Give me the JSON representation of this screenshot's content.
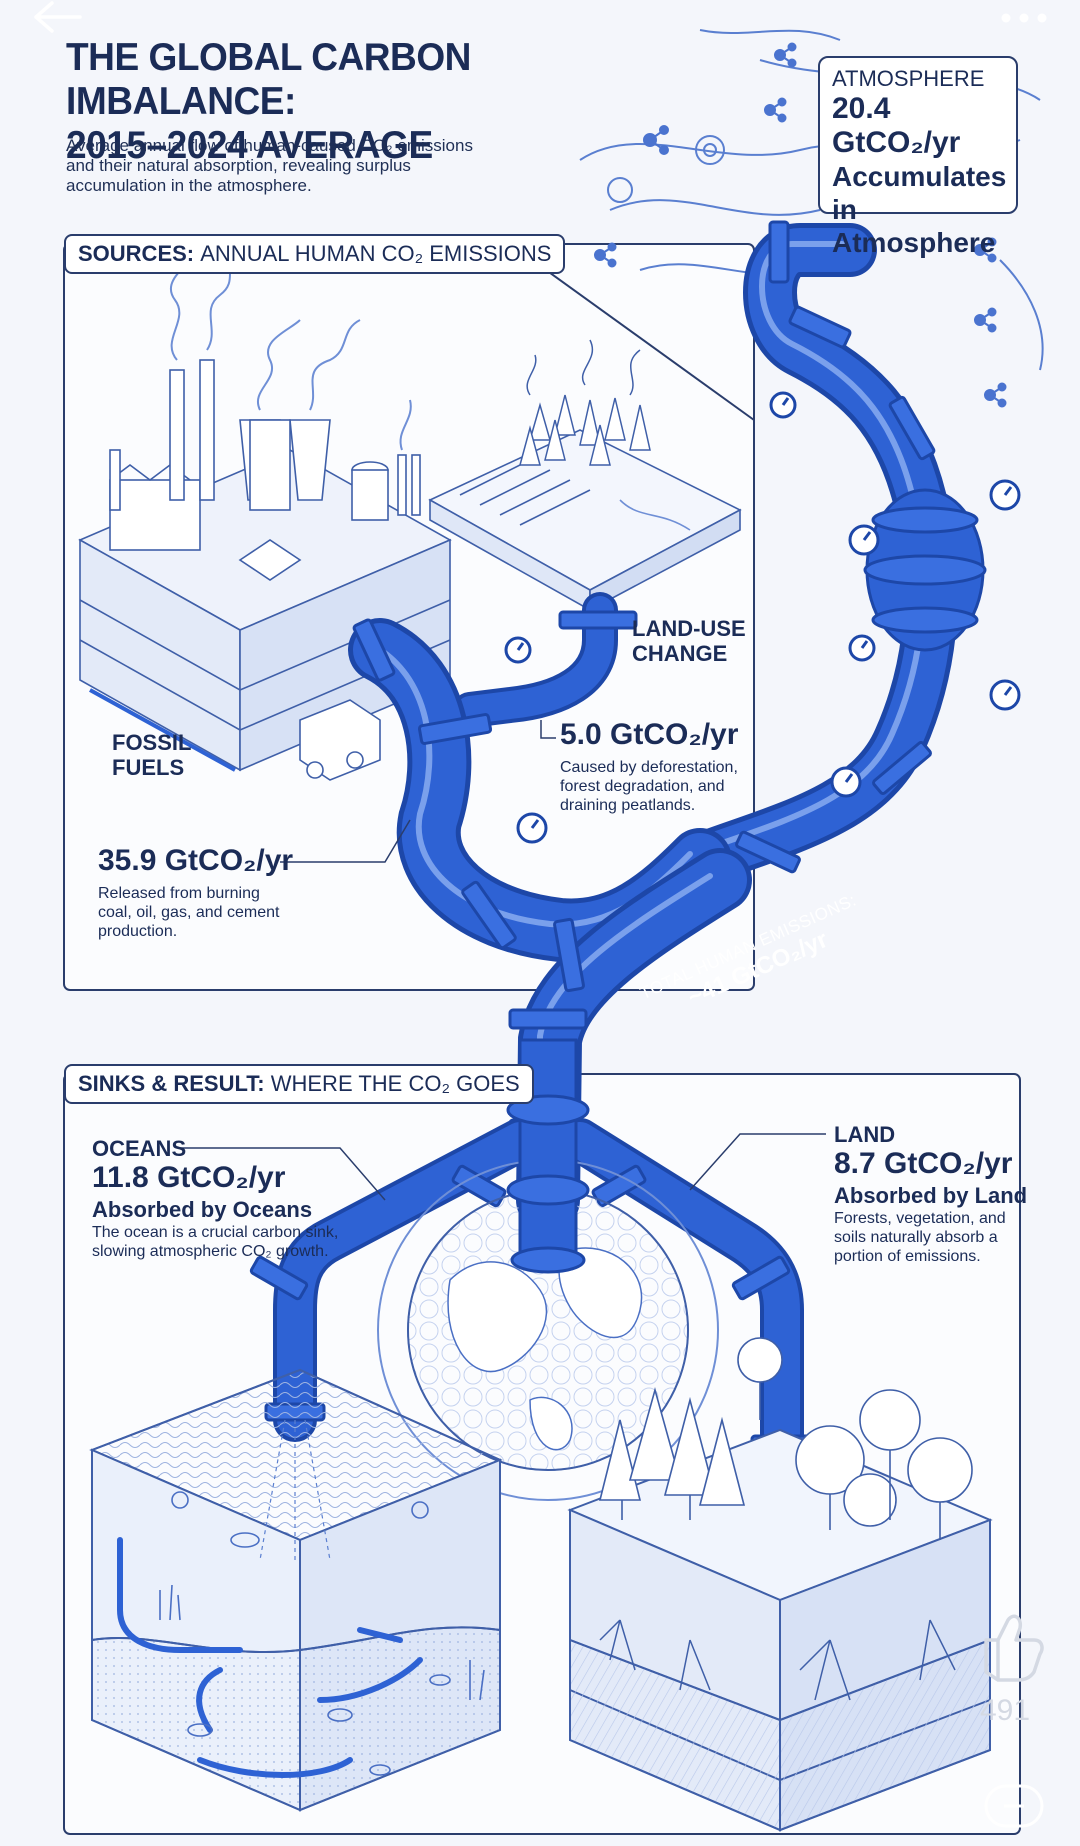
{
  "header": {
    "title_line1": "THE GLOBAL CARBON IMBALANCE:",
    "title_line2": "2015–2024 AVERAGE",
    "subtitle": "Average annual flow of human-caused CO₂ emissions and their natural absorption, revealing surplus accumulation in the atmosphere."
  },
  "ui": {
    "back_icon": "arrow-left-icon",
    "more_icon": "more-dots-icon",
    "like_icon": "thumbs-up-icon",
    "like_count": "491",
    "bottom_icon": "chat-bubble-icon"
  },
  "sources": {
    "label_bold": "SOURCES:",
    "label_text": "ANNUAL HUMAN CO₂ EMISSIONS",
    "fossil": {
      "label_line1": "FOSSIL",
      "label_line2": "FUELS",
      "value": "35.9 GtCO₂/yr",
      "desc": "Released from burning coal, oil, gas, and cement production."
    },
    "land_use": {
      "label_line1": "LAND-USE",
      "label_line2": "CHANGE",
      "value": "5.0 GtCO₂/yr",
      "desc": "Caused by deforestation, forest degradation, and draining peatlands."
    }
  },
  "total": {
    "label": "TOTAL HUMAN EMISSIONS:",
    "value": "~41 GtCO₂/yr"
  },
  "atmosphere": {
    "label": "ATMOSPHERE",
    "value": "20.4 GtCO₂/yr",
    "line1": "Accumulates",
    "line2": "in Atmosphere"
  },
  "sinks": {
    "label_bold": "SINKS & RESULT:",
    "label_text": "WHERE THE CO₂ GOES",
    "oceans": {
      "label": "OCEANS",
      "value": "11.8 GtCO₂/yr",
      "absorbed": "Absorbed by Oceans",
      "desc": "The ocean is a crucial carbon sink, slowing atmospheric CO₂ growth."
    },
    "land": {
      "label": "LAND",
      "value": "8.7 GtCO₂/yr",
      "absorbed": "Absorbed by Land",
      "desc": "Forests, vegetation, and soils naturally absorb a portion of emissions."
    }
  },
  "colors": {
    "pipe": "#2e62d4",
    "pipe_dark": "#1d47a8",
    "ink": "#1b2c57",
    "line_art": "#4a6fc4",
    "background": "#f4f6fb"
  }
}
